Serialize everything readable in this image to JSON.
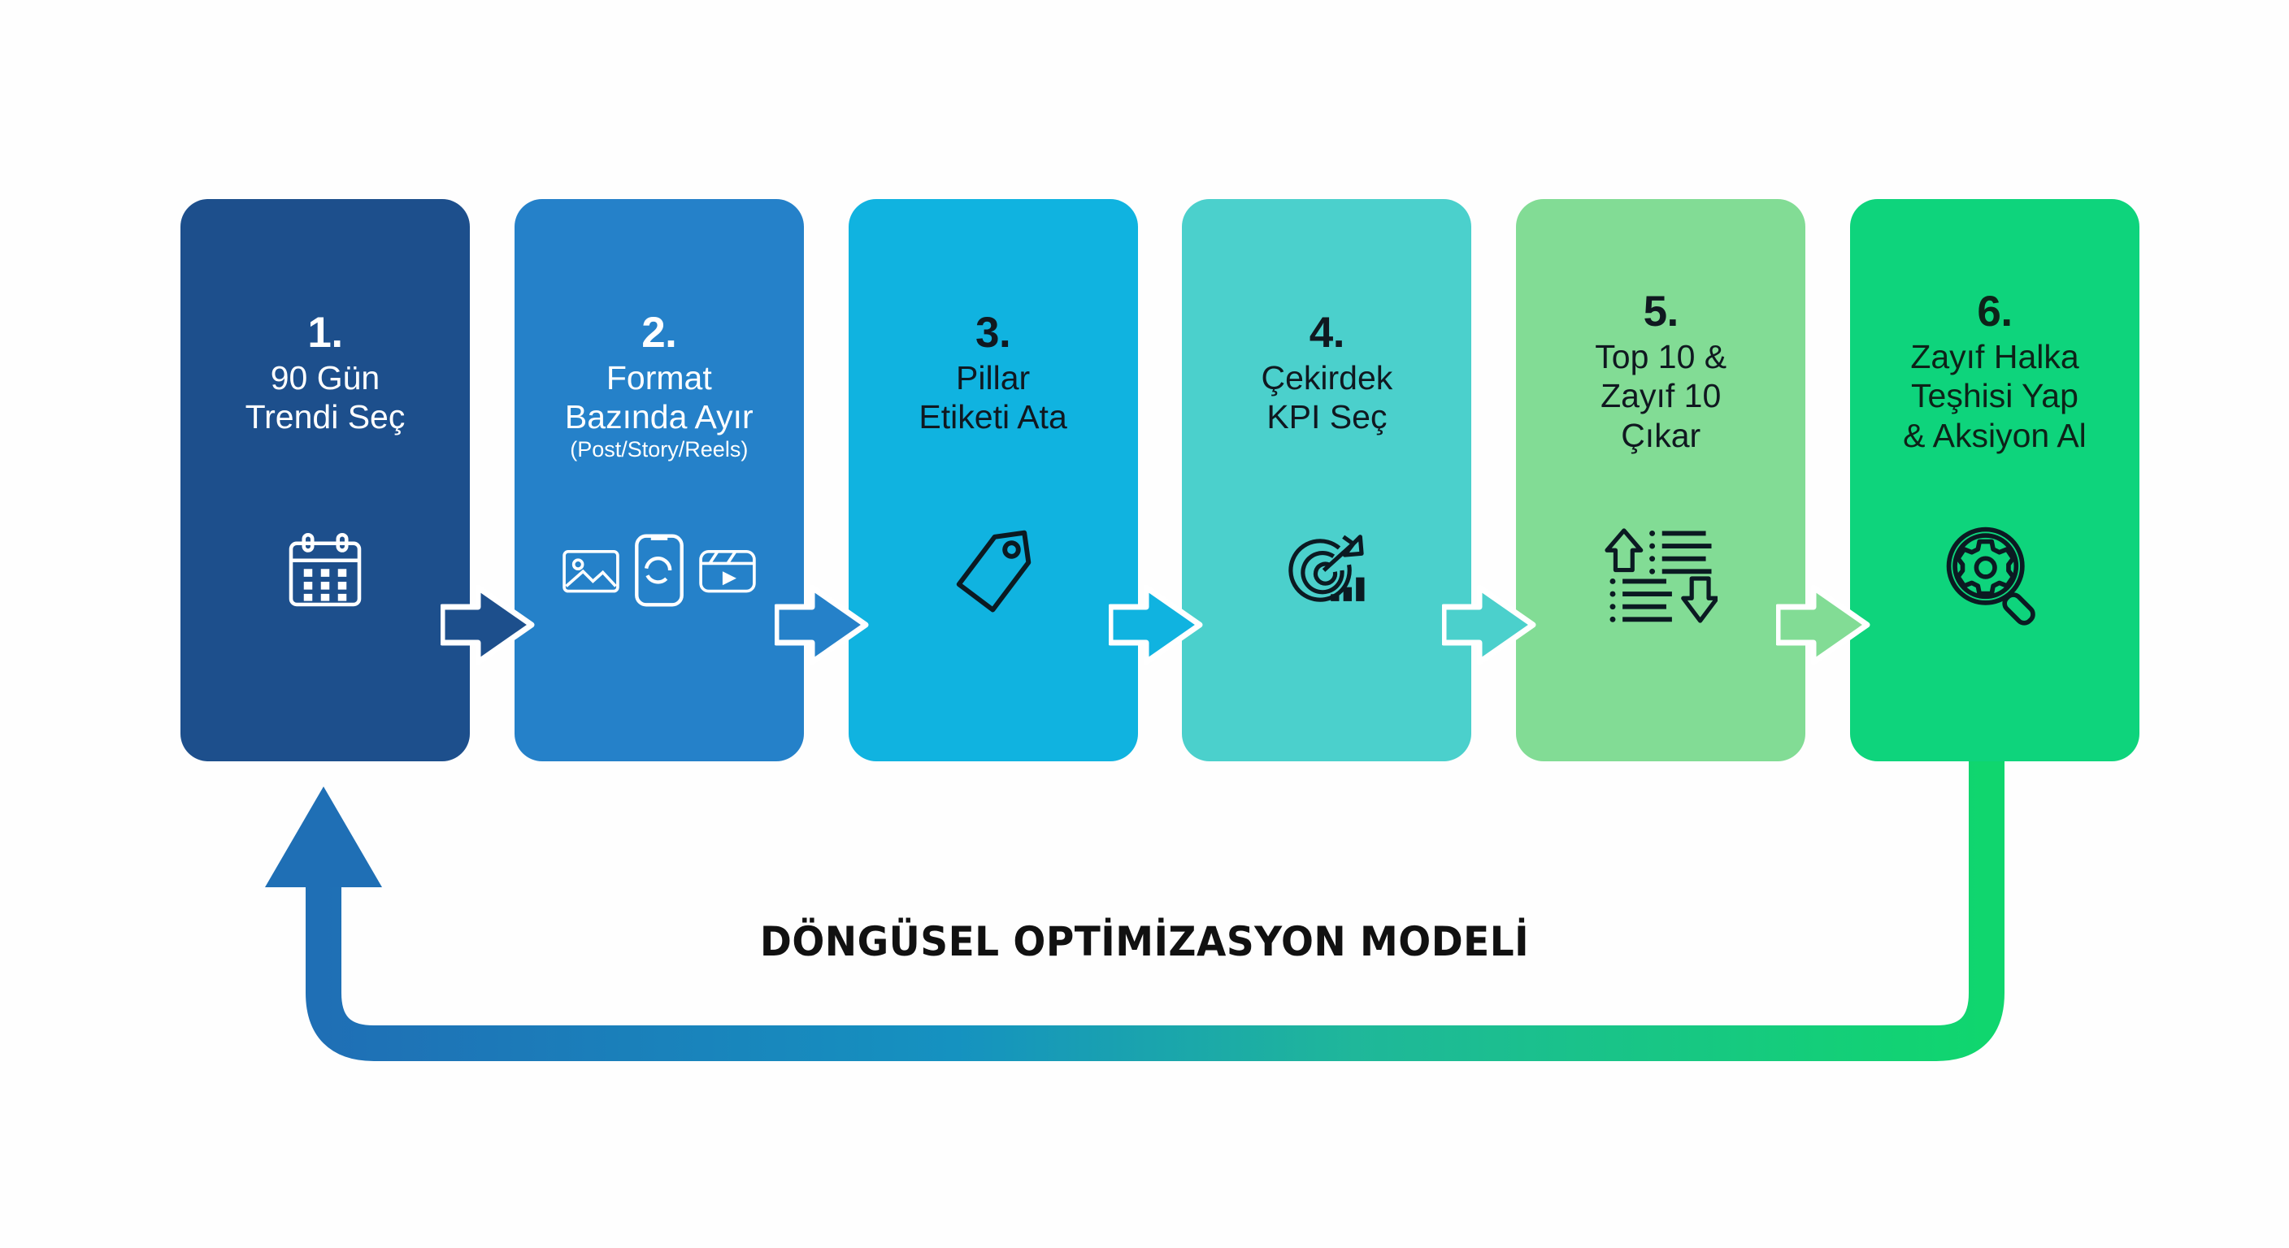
{
  "diagram": {
    "title": "DÖNGÜSEL OPTİMİZASYON MODELİ",
    "background_color": "#fefefe",
    "loop_gradient_start": "#1f6fb5",
    "loop_gradient_end": "#10d66e",
    "steps": [
      {
        "number": "1.",
        "lines": [
          "90 Gün",
          "Trendi Seç"
        ],
        "sub": "",
        "color": "#1d4f8c",
        "text_color": "#ffffff",
        "icon": "calendar-icon"
      },
      {
        "number": "2.",
        "lines": [
          "Format",
          "Bazında Ayır"
        ],
        "sub": "(Post/Story/Reels)",
        "color": "#2581c9",
        "text_color": "#ffffff",
        "icon": "media-formats-icon"
      },
      {
        "number": "3.",
        "lines": [
          "Pillar",
          "Etiketi Ata"
        ],
        "sub": "",
        "color": "#10b3e0",
        "text_color": "#101820",
        "icon": "tag-icon"
      },
      {
        "number": "4.",
        "lines": [
          "Çekirdek",
          "KPI Seç"
        ],
        "sub": "",
        "color": "#4bd0cc",
        "text_color": "#101820",
        "icon": "target-chart-icon"
      },
      {
        "number": "5.",
        "lines": [
          "Top 10 &",
          "Zayıf 10",
          "Çıkar"
        ],
        "sub": "",
        "color": "#82dc95",
        "text_color": "#101820",
        "icon": "rank-updown-icon"
      },
      {
        "number": "6.",
        "lines": [
          "Zayıf Halka",
          "Teşhisi Yap",
          "& Aksiyon Al"
        ],
        "sub": "",
        "color": "#0ed47c",
        "text_color": "#0d2218",
        "icon": "magnifier-gear-icon"
      }
    ],
    "connectors": [
      {
        "name": "arrow-1-to-2",
        "color": "#1d4f8c"
      },
      {
        "name": "arrow-2-to-3",
        "color": "#2581c9"
      },
      {
        "name": "arrow-3-to-4",
        "color": "#10b3e0"
      },
      {
        "name": "arrow-4-to-5",
        "color": "#4bd0cc"
      },
      {
        "name": "arrow-5-to-6",
        "color": "#82dc95"
      }
    ],
    "feedback_loop": {
      "name": "feedback-loop-arrow",
      "description": "Loop from step 6 back to step 1",
      "arrowhead_color": "#1f6fb5"
    }
  }
}
